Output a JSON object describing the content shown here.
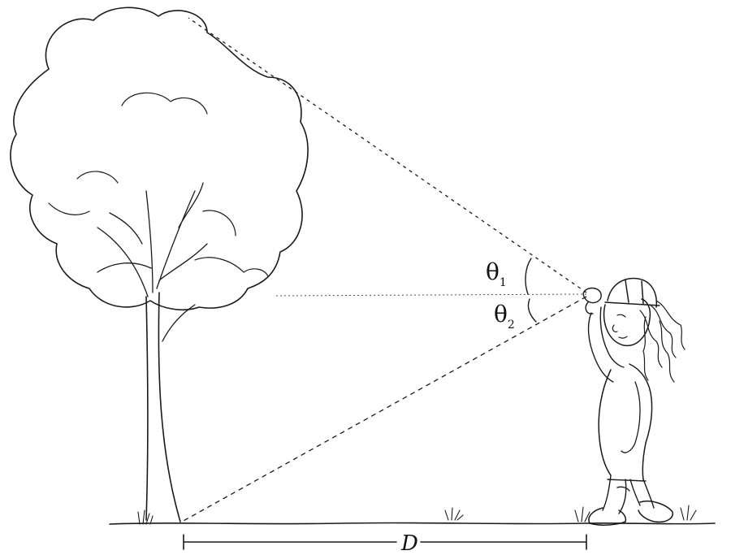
{
  "diagram": {
    "labels": {
      "theta1": "θ",
      "theta1_sub": "1",
      "theta2": "θ",
      "theta2_sub": "2",
      "distance": "D"
    },
    "colors": {
      "ink": "#1a1a1a",
      "background": "#ffffff"
    },
    "icons": {
      "tree": "tree-drawing",
      "person": "person-with-clinometer-drawing",
      "grass": "grass-tuft-drawing"
    }
  }
}
